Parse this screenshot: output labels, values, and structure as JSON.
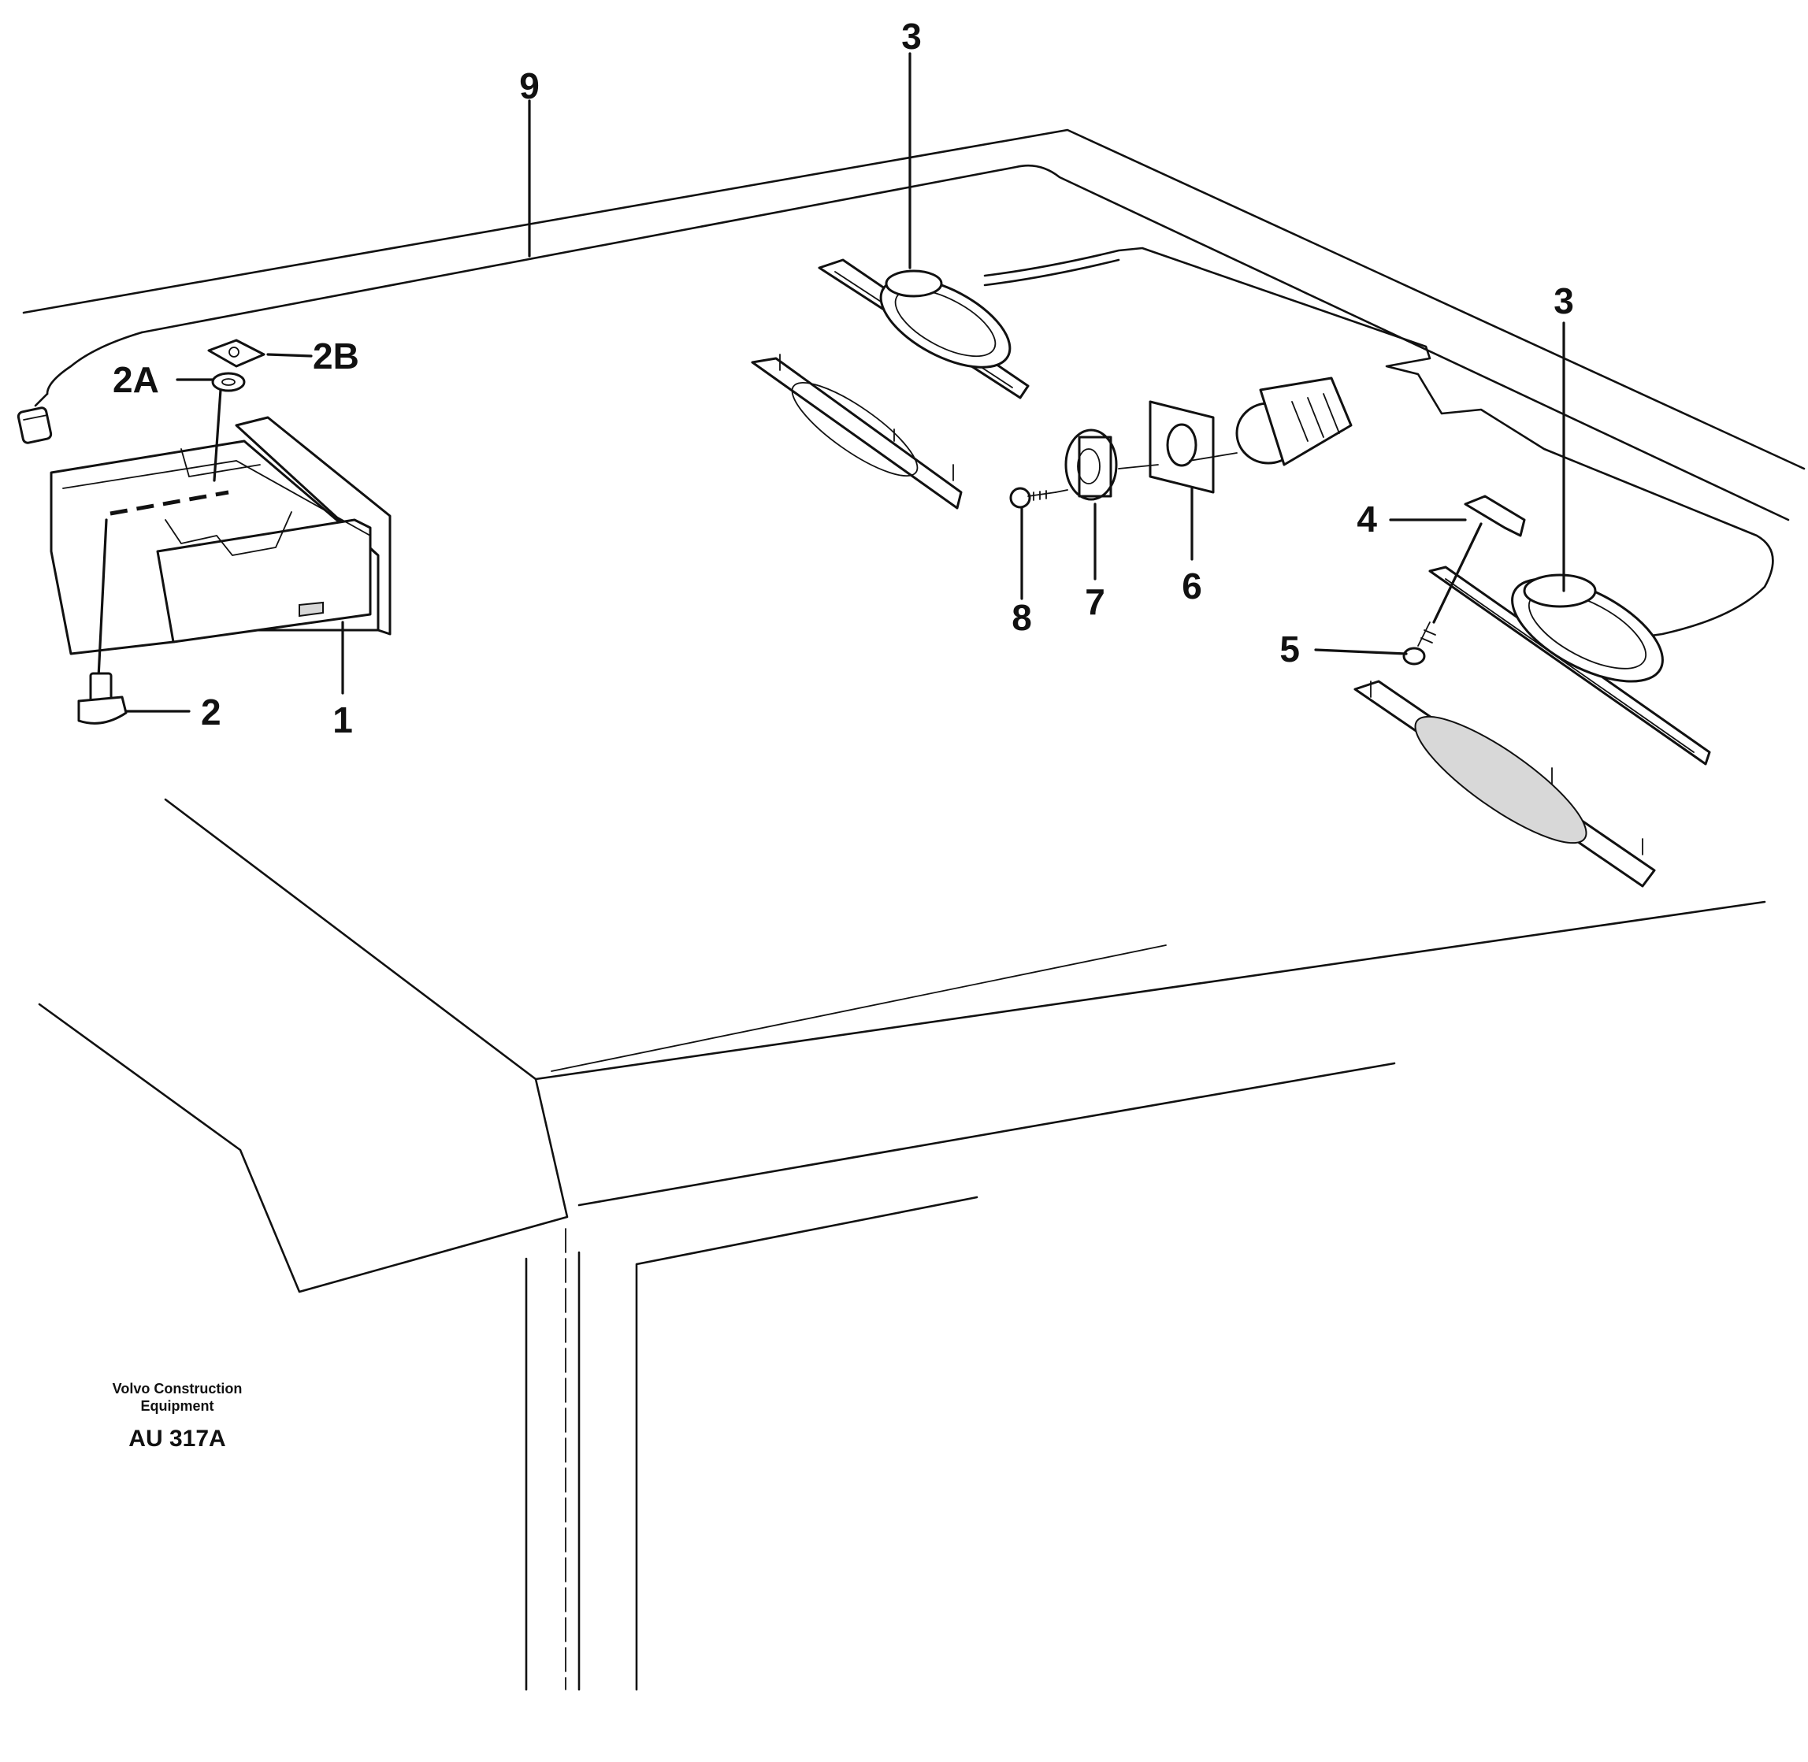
{
  "callouts": {
    "c1": "1",
    "c2": "2",
    "c2a": "2A",
    "c2b": "2B",
    "c3_left": "3",
    "c3_right": "3",
    "c4": "4",
    "c5": "5",
    "c6": "6",
    "c7": "7",
    "c8": "8",
    "c9": "9"
  },
  "footer": {
    "company_line1": "Volvo Construction",
    "company_line2": "Equipment",
    "drawing_code": "AU 317A"
  }
}
